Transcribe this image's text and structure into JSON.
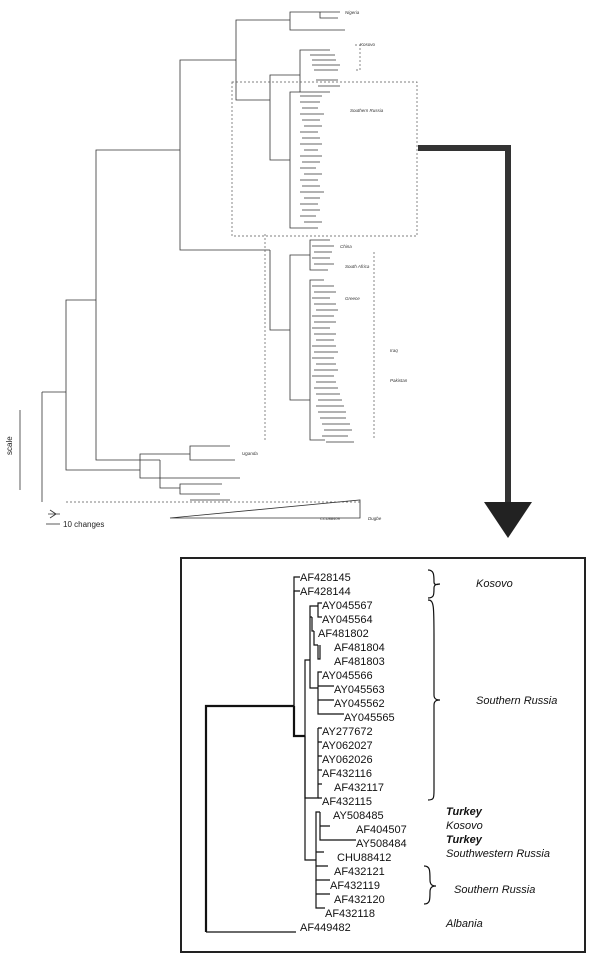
{
  "overview": {
    "scale_label": "scale",
    "changes_label": "10 changes",
    "outgroup_label": "Dugbe",
    "outgroup_accession": "CCU88409",
    "mini_groups": [
      "Nigeria",
      "Kosovo",
      "Southern Russia",
      "Greece",
      "China",
      "South Africa",
      "Pakistan",
      "Iraq",
      "Uganda"
    ]
  },
  "detail": {
    "clades": [
      {
        "accession": "AF428145",
        "bold": false
      },
      {
        "accession": "AF428144",
        "bold": false
      },
      {
        "accession": "AY045567",
        "bold": false
      },
      {
        "accession": "AY045564",
        "bold": false
      },
      {
        "accession": "AF481802",
        "bold": false
      },
      {
        "accession": "AF481804",
        "bold": false
      },
      {
        "accession": "AF481803",
        "bold": false
      },
      {
        "accession": "AY045566",
        "bold": false
      },
      {
        "accession": "AY045563",
        "bold": false
      },
      {
        "accession": "AY045562",
        "bold": false
      },
      {
        "accession": "AY045565",
        "bold": false
      },
      {
        "accession": "AY277672",
        "bold": false
      },
      {
        "accession": "AY062027",
        "bold": false
      },
      {
        "accession": "AY062026",
        "bold": false
      },
      {
        "accession": "AF432116",
        "bold": false
      },
      {
        "accession": "AF432117",
        "bold": false
      },
      {
        "accession": "AF432115",
        "bold": false
      },
      {
        "accession": "AY508485",
        "bold": false
      },
      {
        "accession": "AF404507",
        "bold": false
      },
      {
        "accession": "AY508484",
        "bold": false
      },
      {
        "accession": "CHU88412",
        "bold": false
      },
      {
        "accession": "AF432121",
        "bold": false
      },
      {
        "accession": "AF432119",
        "bold": false
      },
      {
        "accession": "AF432120",
        "bold": false
      },
      {
        "accession": "AF432118",
        "bold": false
      },
      {
        "accession": "AF449482",
        "bold": false
      }
    ],
    "region_labels": [
      {
        "text": "Kosovo",
        "bold": false
      },
      {
        "text": "Southern Russia",
        "bold": false
      },
      {
        "text": "Turkey",
        "bold": true
      },
      {
        "text": "Kosovo",
        "bold": false
      },
      {
        "text": "Turkey",
        "bold": true
      },
      {
        "text": "Southwestern Russia",
        "bold": false
      },
      {
        "text": "Southern Russia",
        "bold": false
      },
      {
        "text": "Albania",
        "bold": false
      }
    ]
  }
}
